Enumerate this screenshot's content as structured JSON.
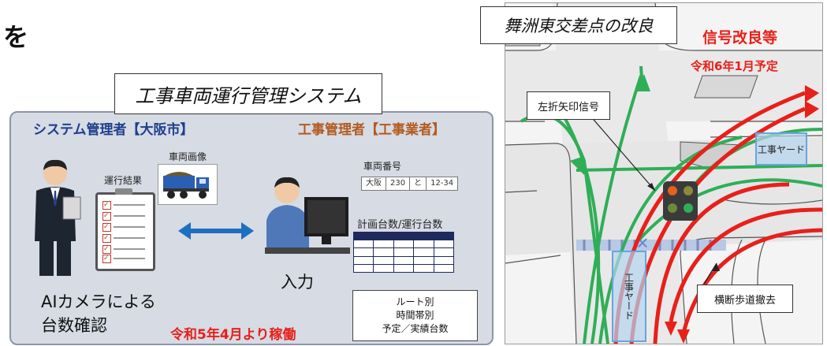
{
  "left_header": {
    "partial_char": "を"
  },
  "system": {
    "title": "工事車両運行管理システム",
    "admin_header": "システム管理者【大阪市】",
    "manager_header": "工事管理者【工事業者】",
    "vehicle_image_label": "車両画像",
    "result_label": "運行結果",
    "vehicle_number_label": "車両番号",
    "plate": [
      "大阪",
      "230",
      "と",
      "12-34"
    ],
    "plan_label": "計画台数/運行台数",
    "input_label": "入力",
    "ai_line1": "AIカメラによる",
    "ai_line2": "台数確認",
    "route_line1": "ルート別",
    "route_line2": "時間帯別",
    "route_line3": "予定／実績台数",
    "operation_label": "令和5年4月より稼働"
  },
  "intersection": {
    "title": "舞洲東交差点の改良",
    "signal_title": "信号改良等",
    "signal_date": "令和6年1月予定",
    "left_arrow_label": "左折矢印信号",
    "crosswalk_label": "横断歩道撤去",
    "yard_top": "工事ヤード",
    "yard_bottom": "工事ヤード"
  },
  "colors": {
    "admin": "#1f3f8c",
    "manager": "#b35a1f",
    "highlight_red": "#e8201a",
    "route_green": "#2fae57"
  }
}
